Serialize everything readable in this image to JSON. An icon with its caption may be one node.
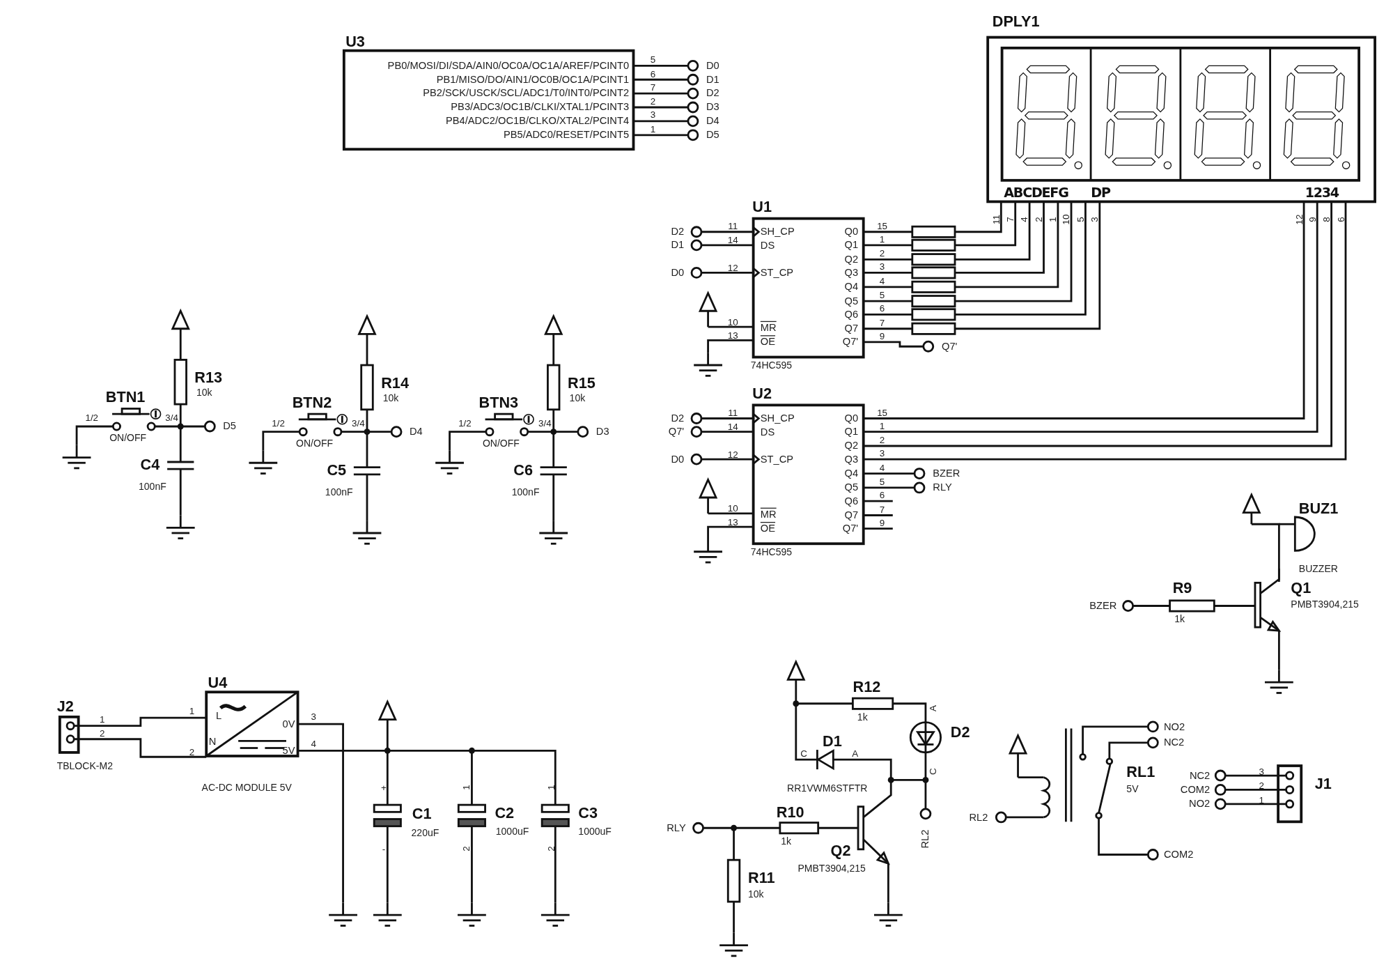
{
  "diagram": {
    "labels": [
      "U3",
      "PB0/MOSI/DI/SDA/AIN0/OC0A/OC1A/AREF/PCINT0",
      "PB1/MISO/DO/AIN1/OC0B/OC1A/PCINT1",
      "PB2/SCK/USCK/SCL/ADC1/T0/INT0/PCINT2",
      "PB3/ADC3/OC1B/CLKI/XTAL1/PCINT3",
      "PB4/ADC2/OC1B/CLKO/XTAL2/PCINT4",
      "PB5/ADC0/RESET/PCINT5",
      "5",
      "6",
      "7",
      "2",
      "3",
      "1",
      "D0",
      "D1",
      "D2",
      "D3",
      "D4",
      "D5",
      "DPLY1",
      "ABCDEFG",
      "DP",
      "1234",
      "11",
      "7",
      "4",
      "2",
      "1",
      "10",
      "5",
      "3",
      "12",
      "9",
      "8",
      "6",
      "U1",
      "D2",
      "D1",
      "D0",
      "11",
      "14",
      "12",
      "10",
      "13",
      "SH_CP",
      "DS",
      "ST_CP",
      "MR",
      "OE",
      "Q0",
      "Q1",
      "Q2",
      "Q3",
      "Q4",
      "Q5",
      "Q6",
      "Q7",
      "Q7'",
      "15",
      "1",
      "2",
      "3",
      "4",
      "5",
      "6",
      "7",
      "9",
      "Q7'",
      "74HC595",
      "U2",
      "D2",
      "Q7'",
      "D0",
      "11",
      "14",
      "12",
      "10",
      "13",
      "SH_CP",
      "DS",
      "ST_CP",
      "MR",
      "OE",
      "Q0",
      "Q1",
      "Q2",
      "Q3",
      "Q4",
      "Q5",
      "Q6",
      "Q7",
      "Q7'",
      "15",
      "1",
      "2",
      "3",
      "4",
      "5",
      "6",
      "7",
      "9",
      "BZER",
      "RLY",
      "74HC595",
      "R13",
      "10k",
      "BTN1",
      "1/2",
      "3/4",
      "D5",
      "ON/OFF",
      "C4",
      "100nF",
      "R14",
      "10k",
      "BTN2",
      "1/2",
      "3/4",
      "D4",
      "ON/OFF",
      "C5",
      "100nF",
      "R15",
      "10k",
      "BTN3",
      "1/2",
      "3/4",
      "D3",
      "ON/OFF",
      "C6",
      "100nF",
      "J2",
      "U4",
      "1",
      "L",
      "0V",
      "3",
      "1",
      "2",
      "4",
      "2",
      "5V",
      "N",
      "TBLOCK-M2",
      "AC-DC MODULE 5V",
      "+",
      "1",
      "1",
      "C1",
      "C2",
      "C3",
      "220uF",
      "1000uF",
      "1000uF",
      "-",
      "2",
      "2",
      "BUZ1",
      "BUZZER",
      "R9",
      "Q1",
      "BZER",
      "PMBT3904,215",
      "1k",
      "R12",
      "A",
      "1k",
      "D2",
      "D1",
      "C",
      "A",
      "C",
      "RR1VWM6STFTR",
      "R10",
      "RLY",
      "1k",
      "RL2",
      "Q2",
      "PMBT3904,215",
      "R11",
      "10k",
      "NO2",
      "NC2",
      "RL1",
      "5V",
      "RL2",
      "COM2",
      "J1",
      "3",
      "NC2",
      "2",
      "COM2",
      "1",
      "NO2"
    ]
  }
}
